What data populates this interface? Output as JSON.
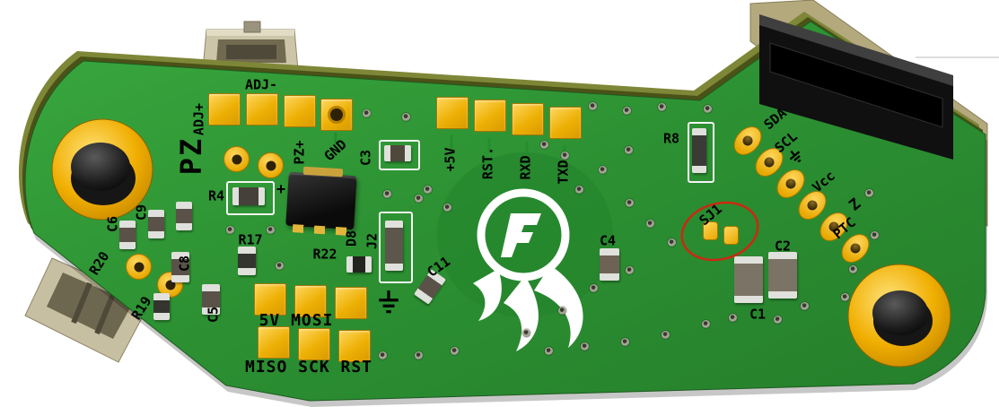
{
  "silkscreen": {
    "adj_minus": "ADJ-",
    "adj_plus": "ADJ+",
    "pz": "PZ",
    "pz_plus": "PZ+",
    "gnd": "GND",
    "c3": "C3",
    "plus_5v": "+5V",
    "rst": "RST.",
    "rxd": "RXD",
    "txd": "TXD",
    "r8": "R8",
    "sda": "SDA",
    "scl": "SCL",
    "vcc": "Vcc",
    "z": "Z",
    "ptc": "PTC",
    "sj1": "SJ1",
    "c4": "C4",
    "c2": "C2",
    "c1": "C1",
    "c6": "C6",
    "c9": "C9",
    "c8": "C8",
    "c5": "C5",
    "r20": "R20",
    "r19": "R19",
    "r17": "R17",
    "r4": "R4",
    "polarity_plus": "+",
    "d8": "D8",
    "r22": "R22",
    "j2": "J2",
    "c11": "C11",
    "isp_row_top": "5V MOSI",
    "isp_row_bottom": "MISO SCK RST"
  },
  "icons": {
    "ground_symbol": "⏚",
    "logo": "flame-logo"
  },
  "annotation": {
    "target": "SJ1",
    "color": "#cc2812"
  },
  "colors": {
    "soldermask": "#2f9b35",
    "pad_gold": "#f0b400",
    "silkscreen_text": "#000000",
    "logo_white": "#ffffff",
    "board_edge_olive": "#7e8737",
    "connector_black": "#101010",
    "connector_tan": "#b3a97d"
  }
}
